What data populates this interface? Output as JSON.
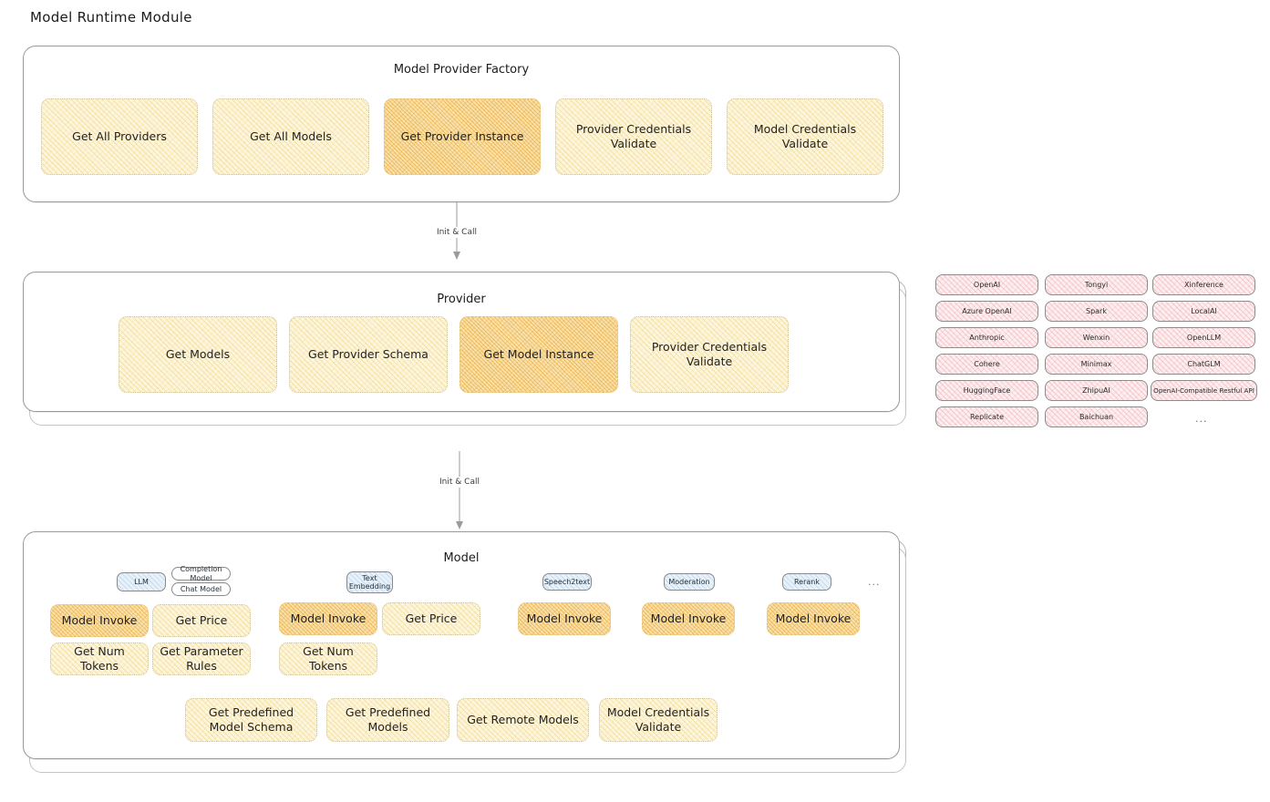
{
  "page": {
    "title": "Model Runtime Module"
  },
  "factory": {
    "title": "Model Provider Factory",
    "boxes": [
      {
        "label": "Get All Providers",
        "highlight": false
      },
      {
        "label": "Get All Models",
        "highlight": false
      },
      {
        "label": "Get Provider Instance",
        "highlight": true
      },
      {
        "label": "Provider Credentials Validate",
        "highlight": false
      },
      {
        "label": "Model Credentials Validate",
        "highlight": false
      }
    ]
  },
  "arrow1": {
    "label": "Init & Call"
  },
  "provider": {
    "title": "Provider",
    "boxes": [
      {
        "label": "Get Models",
        "highlight": false
      },
      {
        "label": "Get Provider Schema",
        "highlight": false
      },
      {
        "label": "Get Model Instance",
        "highlight": true
      },
      {
        "label": "Provider Credentials Validate",
        "highlight": false
      }
    ]
  },
  "arrow2": {
    "label": "Init & Call"
  },
  "provider_list": {
    "ellipsis": "...",
    "columns": [
      [
        "OpenAI",
        "Azure OpenAI",
        "Anthropic",
        "Cohere",
        "HuggingFace",
        "Replicate"
      ],
      [
        "Tongyi",
        "Spark",
        "Wenxin",
        "Minimax",
        "ZhipuAI",
        "Baichuan"
      ],
      [
        "Xinference",
        "LocalAI",
        "OpenLLM",
        "ChatGLM",
        "OpenAI-Compatible Restful API"
      ]
    ]
  },
  "model": {
    "title": "Model",
    "types_ellipsis": "...",
    "types": [
      {
        "name": "LLM",
        "subtags": [
          "Completion Model",
          "Chat Model"
        ]
      },
      {
        "name": "Text Embedding",
        "subtags": []
      },
      {
        "name": "Speech2text",
        "subtags": []
      },
      {
        "name": "Moderation",
        "subtags": []
      },
      {
        "name": "Rerank",
        "subtags": []
      }
    ],
    "llm_ops": [
      {
        "label": "Model Invoke",
        "highlight": true
      },
      {
        "label": "Get Price",
        "highlight": false
      },
      {
        "label": "Get Num Tokens",
        "highlight": false
      },
      {
        "label": "Get Parameter Rules",
        "highlight": false
      }
    ],
    "embedding_ops": [
      {
        "label": "Model Invoke",
        "highlight": true
      },
      {
        "label": "Get Price",
        "highlight": false
      },
      {
        "label": "Get Num Tokens",
        "highlight": false
      }
    ],
    "speech2text_ops": [
      {
        "label": "Model Invoke",
        "highlight": true
      }
    ],
    "moderation_ops": [
      {
        "label": "Model Invoke",
        "highlight": true
      }
    ],
    "rerank_ops": [
      {
        "label": "Model Invoke",
        "highlight": true
      }
    ],
    "common_ops": [
      {
        "label": "Get Predefined Model Schema",
        "highlight": false
      },
      {
        "label": "Get Predefined Models",
        "highlight": false
      },
      {
        "label": "Get Remote Models",
        "highlight": false
      },
      {
        "label": "Model Credentials Validate",
        "highlight": false
      }
    ]
  }
}
